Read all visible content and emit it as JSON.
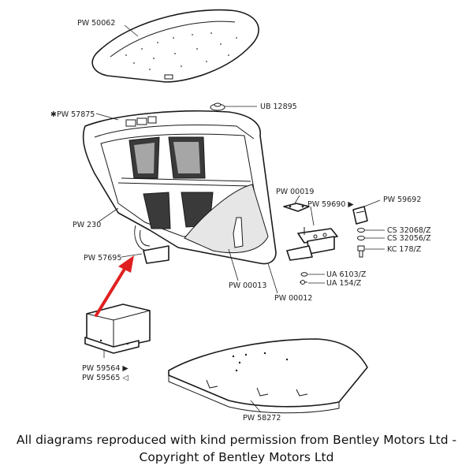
{
  "parts": {
    "windscreen": "PW 50062",
    "lid": "✱PW 57875",
    "ub12895": "UB 12895",
    "pw230": "PW 230",
    "pw00019": "PW 00019",
    "pw59690": "PW 59690 ▶",
    "pw59692": "PW 59692",
    "cs32068": "CS 32068/Z",
    "cs32056": "CS 32056/Z",
    "kc178": "KC 178/Z",
    "pw57695": "PW 57695",
    "ua6103": "UA 6103/Z",
    "ua154": "UA 154/Z",
    "pw00013": "PW 00013",
    "pw00012": "PW 00012",
    "pw59564": "PW 59564 ▶",
    "pw59565": "PW 59565 ◁",
    "pw58272": "PW 58272"
  },
  "caption": {
    "line1": "All diagrams reproduced with kind permission from Bentley Motors Ltd -",
    "line2": "Copyright of Bentley Motors Ltd"
  },
  "colors": {
    "highlight_arrow": "#e02020",
    "line_art": "#1a1a1a"
  }
}
